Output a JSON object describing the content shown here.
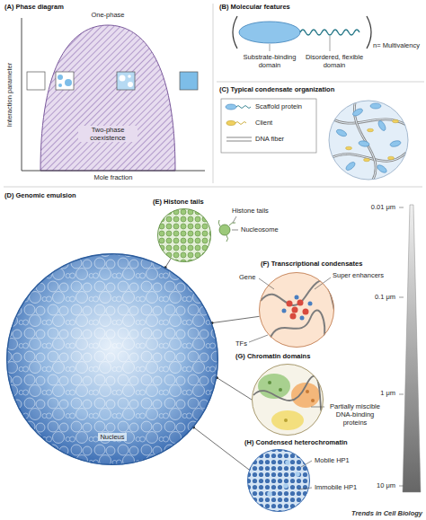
{
  "diagram": {
    "nodes": [
      {
        "text": [
          "(D) Genomic emulsion",
          "Nucleus"
        ]
      },
      {
        "text": [
          "(E) Histone tails"
        ]
      },
      {
        "text": [
          "(F) Transcriptional condensates"
        ]
      },
      {
        "text": [
          "(G) Chromatin domains"
        ]
      },
      {
        "text": [
          "(H) Condensed heterochromatin"
        ]
      }
    ],
    "edges": [
      {
        "from": 0,
        "to": 1,
        "arrow": "none"
      },
      {
        "from": 0,
        "to": 2,
        "arrow": "none"
      },
      {
        "from": 0,
        "to": 3,
        "arrow": "none"
      },
      {
        "from": 0,
        "to": 4,
        "arrow": "none"
      }
    ],
    "labels": [
      "(A) Phase diagram",
      "One-phase",
      "Two-phase coexistence",
      "Interaction parameter",
      "Mole fraction",
      "(B) Molecular features",
      "Substrate-binding domain",
      "Disordered, flexible domain",
      "n= Multivalency",
      "(C) Typical condensate organization",
      "Histone tails",
      "Nucleosome",
      "Gene",
      "Super enhancers",
      "TFs",
      "Partially miscible DNA-binding proteins",
      "Mobile HP1",
      "Immobile HP1",
      "0.01 μm",
      "0.1 μm",
      "1 μm",
      "10 μm",
      "Trends in Cell Biology"
    ],
    "legend": [
      {
        "text": "Scaffold protein"
      },
      {
        "text": "Client"
      },
      {
        "text": "DNA fiber"
      }
    ]
  }
}
